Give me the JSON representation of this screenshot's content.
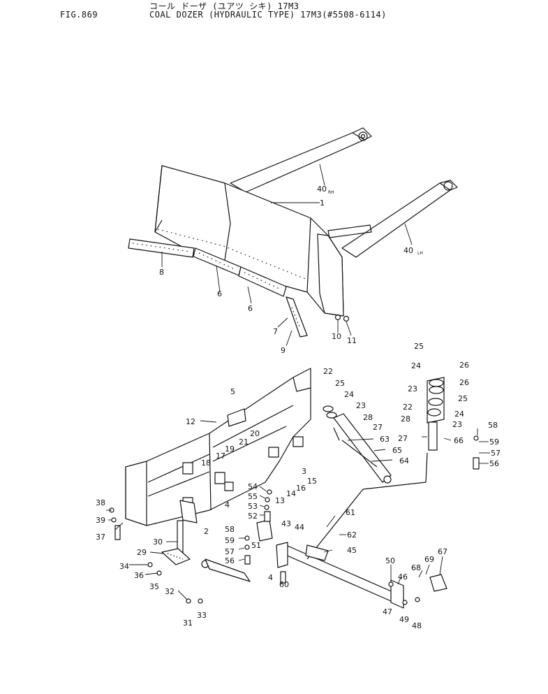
{
  "header": {
    "fig_number": "FIG.869",
    "title_jp": "コール ドーザ (ユアツ シキ) 17M3",
    "title_en": "COAL DOZER (HYDRAULIC TYPE) 17M3(#5508-6114)"
  },
  "callouts": [
    {
      "id": "c1",
      "text": "1"
    },
    {
      "id": "c40rh",
      "text": "40",
      "sub": "RH"
    },
    {
      "id": "c40lh",
      "text": "40",
      "sub": "LH"
    },
    {
      "id": "c8",
      "text": "8"
    },
    {
      "id": "c6a",
      "text": "6"
    },
    {
      "id": "c6b",
      "text": "6"
    },
    {
      "id": "c7",
      "text": "7"
    },
    {
      "id": "c9",
      "text": "9"
    },
    {
      "id": "c10",
      "text": "10"
    },
    {
      "id": "c11",
      "text": "11"
    },
    {
      "id": "c5",
      "text": "5"
    },
    {
      "id": "c12",
      "text": "12"
    },
    {
      "id": "c18",
      "text": "18"
    },
    {
      "id": "c17",
      "text": "17"
    },
    {
      "id": "c19",
      "text": "19"
    },
    {
      "id": "c21",
      "text": "21"
    },
    {
      "id": "c20",
      "text": "20"
    },
    {
      "id": "c3",
      "text": "3"
    },
    {
      "id": "c4a",
      "text": "4"
    },
    {
      "id": "c2",
      "text": "2"
    },
    {
      "id": "c38",
      "text": "38"
    },
    {
      "id": "c39",
      "text": "39"
    },
    {
      "id": "c37",
      "text": "37"
    },
    {
      "id": "c30",
      "text": "30"
    },
    {
      "id": "c29",
      "text": "29"
    },
    {
      "id": "c34",
      "text": "34"
    },
    {
      "id": "c36",
      "text": "36"
    },
    {
      "id": "c35",
      "text": "35"
    },
    {
      "id": "c32",
      "text": "32"
    },
    {
      "id": "c31",
      "text": "31"
    },
    {
      "id": "c33",
      "text": "33"
    },
    {
      "id": "c22a",
      "text": "22"
    },
    {
      "id": "c25a",
      "text": "25"
    },
    {
      "id": "c24a",
      "text": "24"
    },
    {
      "id": "c23a",
      "text": "23"
    },
    {
      "id": "c28a",
      "text": "28"
    },
    {
      "id": "c27a",
      "text": "27"
    },
    {
      "id": "c63",
      "text": "63"
    },
    {
      "id": "c65",
      "text": "65"
    },
    {
      "id": "c64",
      "text": "64"
    },
    {
      "id": "c25b",
      "text": "25"
    },
    {
      "id": "c24b",
      "text": "24"
    },
    {
      "id": "c26a",
      "text": "26"
    },
    {
      "id": "c23b",
      "text": "23"
    },
    {
      "id": "c26b",
      "text": "26"
    },
    {
      "id": "c22b",
      "text": "22"
    },
    {
      "id": "c25c",
      "text": "25"
    },
    {
      "id": "c24c",
      "text": "24"
    },
    {
      "id": "c28b",
      "text": "28"
    },
    {
      "id": "c23c",
      "text": "23"
    },
    {
      "id": "c27b",
      "text": "27"
    },
    {
      "id": "c66",
      "text": "66"
    },
    {
      "id": "c58a",
      "text": "58"
    },
    {
      "id": "c59a",
      "text": "59"
    },
    {
      "id": "c57a",
      "text": "57"
    },
    {
      "id": "c56a",
      "text": "56"
    },
    {
      "id": "c54",
      "text": "54"
    },
    {
      "id": "c55",
      "text": "55"
    },
    {
      "id": "c53",
      "text": "53"
    },
    {
      "id": "c52",
      "text": "52"
    },
    {
      "id": "c13",
      "text": "13"
    },
    {
      "id": "c14",
      "text": "14"
    },
    {
      "id": "c16",
      "text": "16"
    },
    {
      "id": "c15",
      "text": "15"
    },
    {
      "id": "c43",
      "text": "43"
    },
    {
      "id": "c44",
      "text": "44"
    },
    {
      "id": "c61",
      "text": "61"
    },
    {
      "id": "c62",
      "text": "62"
    },
    {
      "id": "c58b",
      "text": "58"
    },
    {
      "id": "c59b",
      "text": "59"
    },
    {
      "id": "c51",
      "text": "51"
    },
    {
      "id": "c57b",
      "text": "57"
    },
    {
      "id": "c56b",
      "text": "56"
    },
    {
      "id": "c45",
      "text": "45"
    },
    {
      "id": "c4b",
      "text": "4"
    },
    {
      "id": "c60",
      "text": "60"
    },
    {
      "id": "c50",
      "text": "50"
    },
    {
      "id": "c46",
      "text": "46"
    },
    {
      "id": "c68",
      "text": "68"
    },
    {
      "id": "c69",
      "text": "69"
    },
    {
      "id": "c67",
      "text": "67"
    },
    {
      "id": "c47",
      "text": "47"
    },
    {
      "id": "c49",
      "text": "49"
    },
    {
      "id": "c48",
      "text": "48"
    }
  ]
}
